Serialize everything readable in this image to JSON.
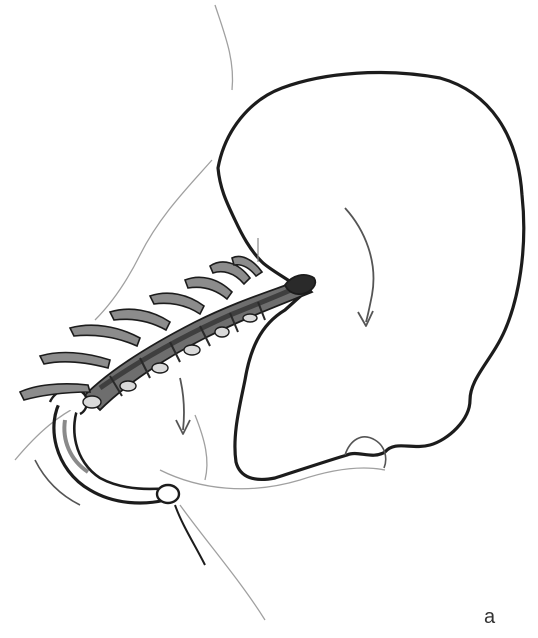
{
  "figure": {
    "caption": "a",
    "icons": [
      "skull-outline",
      "cervical-spine",
      "hyoid-arch",
      "rotation-arrow",
      "downward-arrow"
    ],
    "colors": {
      "line": "#1c1c1c",
      "faint_line": "#9a9a9a",
      "vertebra_fill": "#6e6e6e",
      "vertebra_dark": "#4a4a4a",
      "process_fill": "#8c8c8c",
      "background": "#ffffff"
    }
  }
}
